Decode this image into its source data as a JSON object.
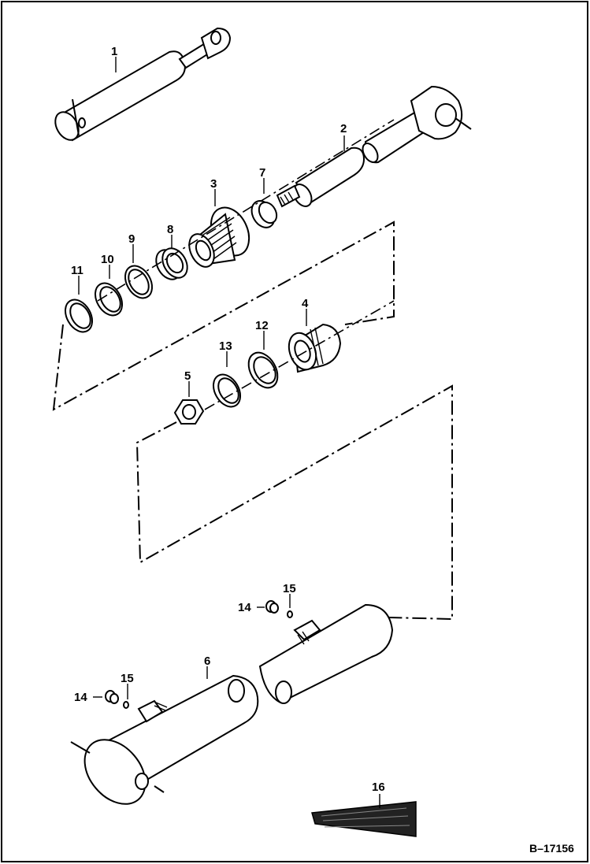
{
  "diagram": {
    "reference_code": "B–17156",
    "callouts": {
      "p1": "1",
      "p2": "2",
      "p3": "3",
      "p4": "4",
      "p5": "5",
      "p6": "6",
      "p7": "7",
      "p8": "8",
      "p9": "9",
      "p10": "10",
      "p11": "11",
      "p12": "12",
      "p13": "13",
      "p14a": "14",
      "p14b": "14",
      "p15a": "15",
      "p15b": "15",
      "p16": "16"
    }
  }
}
